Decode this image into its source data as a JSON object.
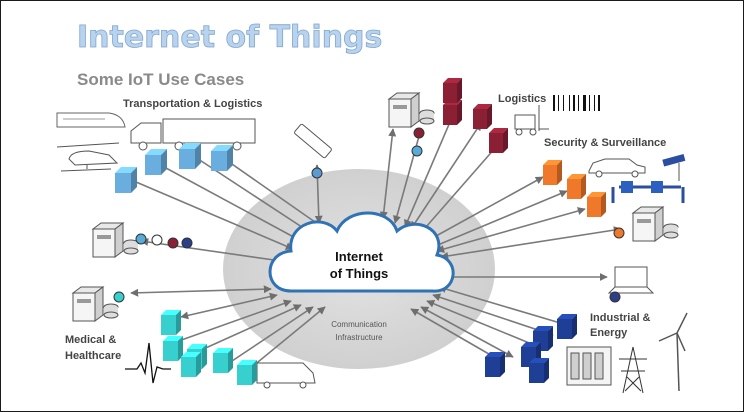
{
  "title": "Internet of Things",
  "subtitle": "Some IoT Use Cases",
  "center": {
    "line1": "Internet",
    "line2": "of Things"
  },
  "infrastructure": {
    "line1": "Communication",
    "line2": "Infrastructure"
  },
  "labels": {
    "transportation": "Transportation & Logistics",
    "logistics": "Logistics",
    "security": "Security & Surveillance",
    "industrial_line1": "Industrial &",
    "industrial_line2": "Energy",
    "medical_line1": "Medical &",
    "medical_line2": "Healthcare"
  },
  "colors": {
    "transport_cubes": "#6aaee0",
    "logistics_cubes": "#8b2035",
    "security_cubes": "#f0782a",
    "industrial_cubes": "#1f3f96",
    "medical_cubes": "#38cfcf",
    "cloud_outline": "#2f72b5",
    "ellipse": "#d8d8d8",
    "arrow": "#7a7a7a"
  }
}
